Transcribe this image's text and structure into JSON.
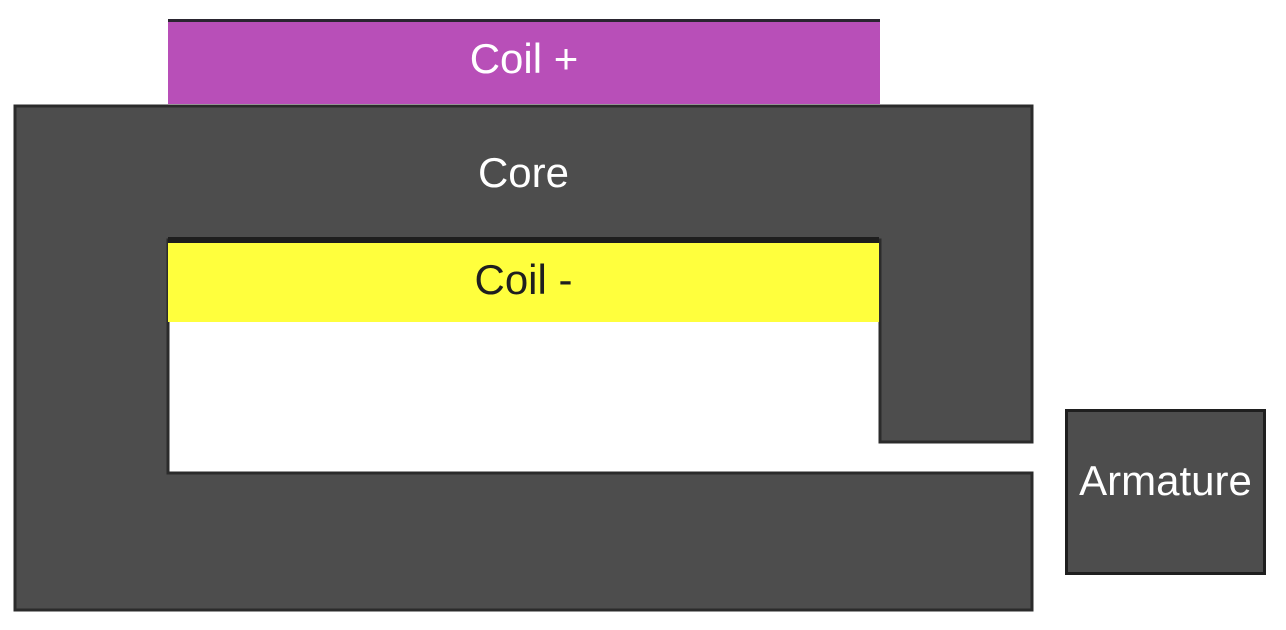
{
  "diagram": {
    "background": "#ffffff",
    "outline_color": "#2b2b2b",
    "coil_plus": {
      "label": "Coil +",
      "fill": "#b84fb8",
      "text_color": "#ffffff"
    },
    "core": {
      "label": "Core",
      "fill": "#4d4d4d",
      "text_color": "#ffffff"
    },
    "coil_minus": {
      "label": "Coil -",
      "fill": "#ffff3d",
      "text_color": "#1f1f1f"
    },
    "armature": {
      "label": "Armature",
      "fill": "#4d4d4d",
      "text_color": "#ffffff"
    }
  }
}
